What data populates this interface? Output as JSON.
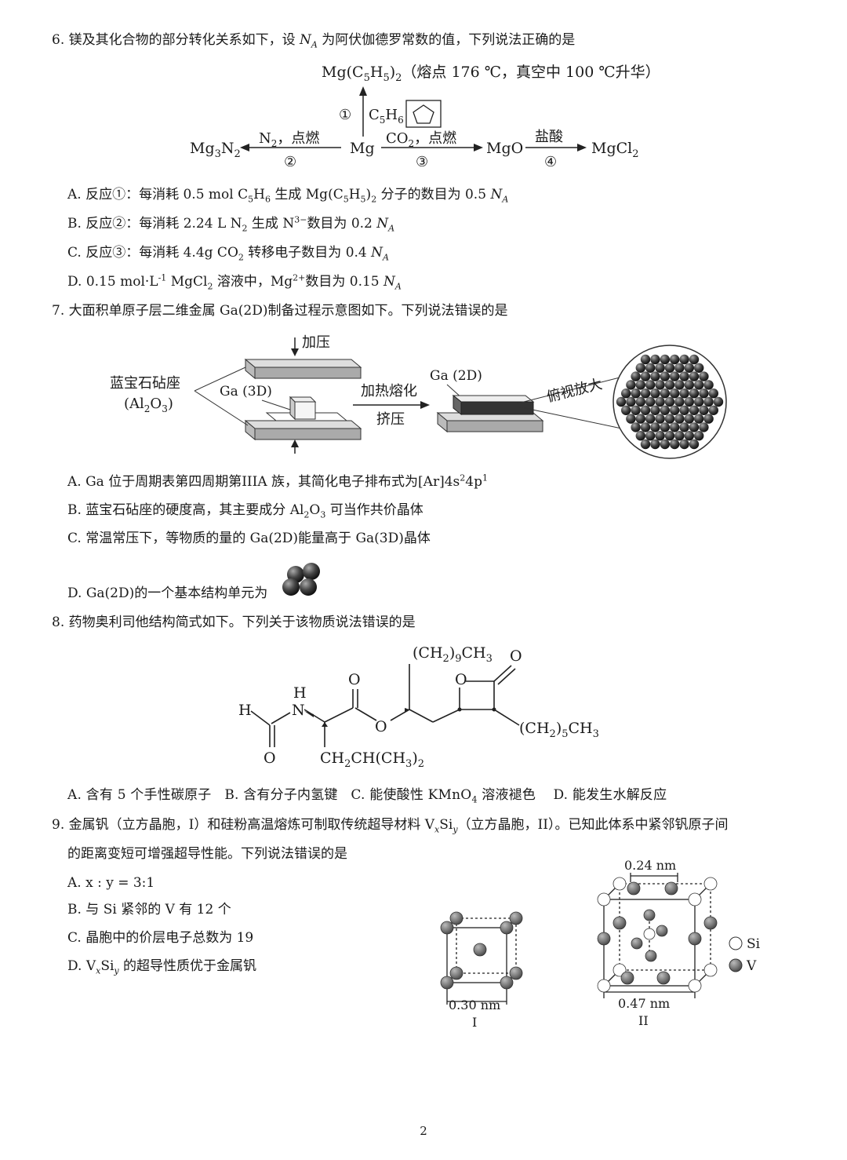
{
  "q6": {
    "stem": "6. 镁及其化合物的部分转化关系如下，设 NA 为阿伏伽德罗常数的值，下列说法正确的是",
    "diagram": {
      "top": "Mg(C5H5)2（熔点 176 ℃，真空中 100 ℃升华）",
      "r1": "①",
      "c5h6": "C5H6",
      "mg3n2": "Mg3N2",
      "n2": "N2，点燃",
      "r2": "②",
      "mg": "Mg",
      "co2": "CO2，点燃",
      "r3": "③",
      "mgo": "MgO",
      "hcl": "盐酸",
      "r4": "④",
      "mgcl2": "MgCl2"
    },
    "options": [
      "A. 反应①：每消耗 0.5 mol C5H6 生成 Mg(C5H5)2 分子的数目为 0.5 NA",
      "B. 反应②：每消耗 2.24 L N2 生成 N3− 数目为 0.2 NA",
      "C. 反应③：每消耗 4.4g CO2 转移电子数目为 0.4 NA",
      "D. 0.15 mol·L-1 MgCl2 溶液中，Mg2+ 数目为 0.15 NA"
    ]
  },
  "q7": {
    "stem": "7. 大面积单原子层二维金属 Ga(2D)制备过程示意图如下。下列说法错误的是",
    "diagram": {
      "press": "加压",
      "sapphire": "蓝宝石砧座",
      "al2o3": "(Al2O3)",
      "ga3d": "Ga (3D)",
      "heat": "加热熔化",
      "squeeze": "挤压",
      "ga2d": "Ga (2D)",
      "zoom": "俯视放大"
    },
    "options": [
      "A. Ga 位于周期表第四周期第IIIA 族，其简化电子排布式为[Ar]4s24p1",
      "B. 蓝宝石砧座的硬度高，其主要成分 Al2O3 可当作共价晶体",
      "C. 常温常压下，等物质的量的 Ga(2D)能量高于 Ga(3D)晶体",
      "D. Ga(2D)的一个基本结构单元为"
    ]
  },
  "q8": {
    "stem": "8. 药物奥利司他结构简式如下。下列关于该物质说法错误的是",
    "structure": {
      "chain1": "(CH2)9CH3",
      "o_top": "O",
      "o_ring": "O",
      "o_carbonyl": "O",
      "h": "H",
      "nh_h": "H",
      "n": "N",
      "o_ester": "O",
      "chain2": "(CH2)5CH3",
      "o_bottom": "O",
      "isobutyl": "CH2CH(CH3)2"
    },
    "options": "A. 含有 5 个手性碳原子 B. 含有分子内氢键 C. 能使酸性 KMnO4 溶液褪色 D. 能发生水解反应"
  },
  "q9": {
    "stem1": "9. 金属钒（立方晶胞，I）和硅粉高温熔炼可制取传统超导材料 VxSiy（立方晶胞，II）。已知此体系中紧邻钒原子间",
    "stem2": "的距离变短可增强超导性能。下列说法错误的是",
    "options": [
      "A. x : y = 3:1",
      "B. 与 Si 紧邻的 V 有 12 个",
      "C. 晶胞中的价层电子总数为 19",
      "D. VxSiy 的超导性质优于金属钒"
    ],
    "cell1_dim": "0.30 nm",
    "cell1_label": "I",
    "cell2_top": "0.24 nm",
    "cell2_dim": "0.47 nm",
    "cell2_label": "II",
    "legend_si": "Si",
    "legend_v": "V"
  },
  "page_number": "2"
}
